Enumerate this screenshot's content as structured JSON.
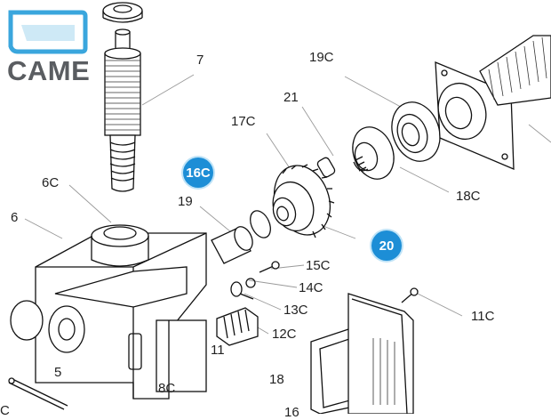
{
  "brand": {
    "logo_text": "CAME",
    "logo_color": "#5a5d61",
    "logo_accent": "#3aa6dd"
  },
  "highlight_color": "#1d8ed6",
  "highlighted_parts": [
    {
      "id": "badge-16c",
      "text": "16C"
    },
    {
      "id": "badge-20",
      "text": "20"
    }
  ],
  "part_labels": [
    {
      "id": "7",
      "text": "7"
    },
    {
      "id": "19c",
      "text": "19C"
    },
    {
      "id": "21",
      "text": "21"
    },
    {
      "id": "17c",
      "text": "17C"
    },
    {
      "id": "6c",
      "text": "6C"
    },
    {
      "id": "19",
      "text": "19"
    },
    {
      "id": "18c",
      "text": "18C"
    },
    {
      "id": "6",
      "text": "6"
    },
    {
      "id": "15c",
      "text": "15C"
    },
    {
      "id": "14c",
      "text": "14C"
    },
    {
      "id": "13c",
      "text": "13C"
    },
    {
      "id": "11c",
      "text": "11C"
    },
    {
      "id": "12c",
      "text": "12C"
    },
    {
      "id": "11",
      "text": "11"
    },
    {
      "id": "5",
      "text": "5"
    },
    {
      "id": "8c",
      "text": "8C"
    },
    {
      "id": "18",
      "text": "18"
    },
    {
      "id": "16",
      "text": "16"
    },
    {
      "id": "c-edge",
      "text": "C"
    }
  ]
}
